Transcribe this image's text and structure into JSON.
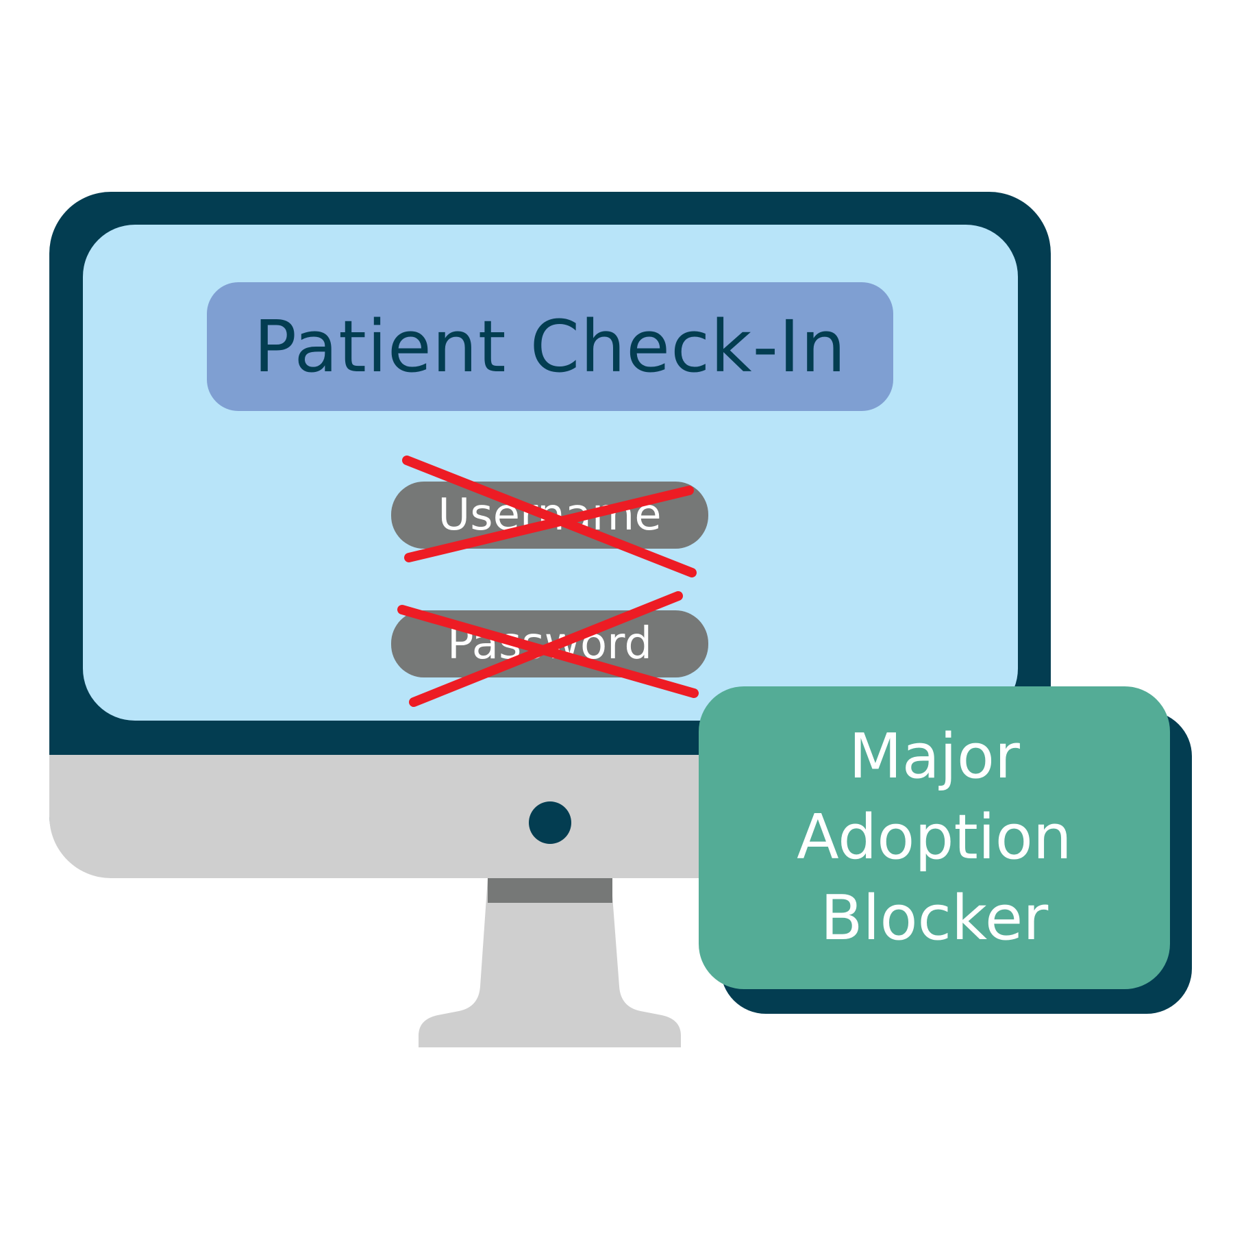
{
  "checkin": {
    "title": "Patient Check-In",
    "username_label": "Username",
    "password_label": "Password"
  },
  "callout": {
    "line1": "Major",
    "line2": "Adoption",
    "line3": "Blocker"
  },
  "colors": {
    "monitor_frame": "#033d51",
    "screen": "#b8e4f9",
    "title_banner": "#7f9fd2",
    "field": "#767877",
    "cross": "#ed1c24",
    "callout": "#54ac96",
    "stand": "#cfcfcf"
  }
}
